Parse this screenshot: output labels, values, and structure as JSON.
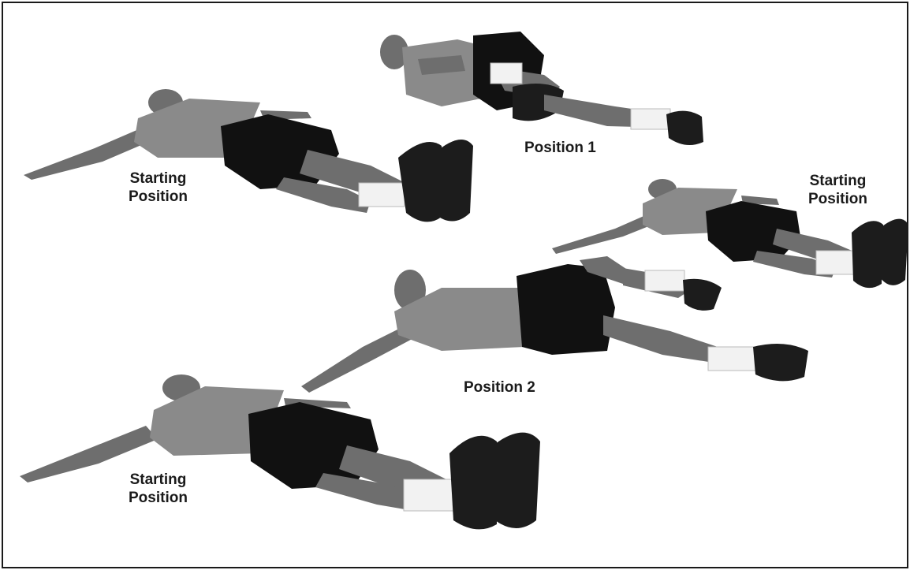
{
  "labels": {
    "pos1": "Position 1",
    "pos2": "Position 2",
    "start_top_left": {
      "line1": "Starting",
      "line2": "Position"
    },
    "start_right": {
      "line1": "Starting",
      "line2": "Position"
    },
    "start_bottom_left": {
      "line1": "Starting",
      "line2": "Position"
    }
  },
  "colors": {
    "shirt": "#8a8a8a",
    "skin": "#6e6e6e",
    "shorts": "#111111",
    "socks": "#f2f2f2",
    "shoes": "#1c1c1c",
    "border": "#1a1a1a"
  }
}
